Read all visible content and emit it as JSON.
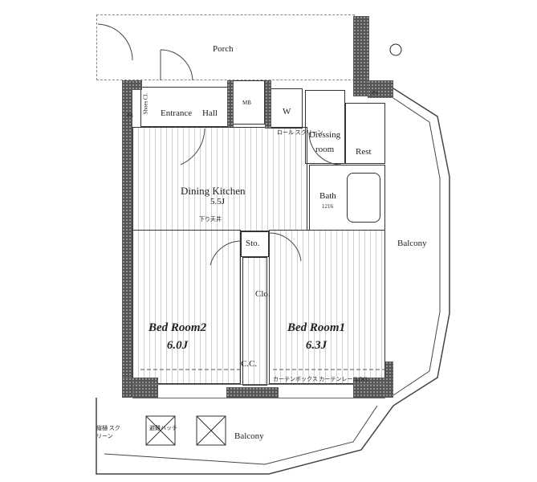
{
  "rooms": {
    "porch": "Porch",
    "shoes": "Shoes Cl.",
    "ps_left": "PS",
    "ps_right": "PS",
    "entrance": "Entrance",
    "hall": "Hall",
    "mb": "MB",
    "washer": "W",
    "dressing": "Dressing",
    "dressing2": "room",
    "rest": "Rest",
    "dk": "Dining Kitchen",
    "dk_size": "5.5J",
    "ceiling_note": "下り天井",
    "bath": "Bath",
    "bath_size": "1216",
    "sto": "Sto.",
    "clo": "Clo.",
    "cc": "C.C.",
    "bed2": "Bed Room2",
    "bed2_size": "6.0J",
    "bed1": "Bed Room1",
    "bed1_size": "6.3J",
    "balcony_right": "Balcony",
    "balcony_bottom": "Balcony",
    "curtain_note": "カーテンボックス カーテンレール(W)",
    "hatch": "避難ハッチ",
    "gutter": "縦樋 スクリーン",
    "screen": "ロール スクリーン"
  }
}
